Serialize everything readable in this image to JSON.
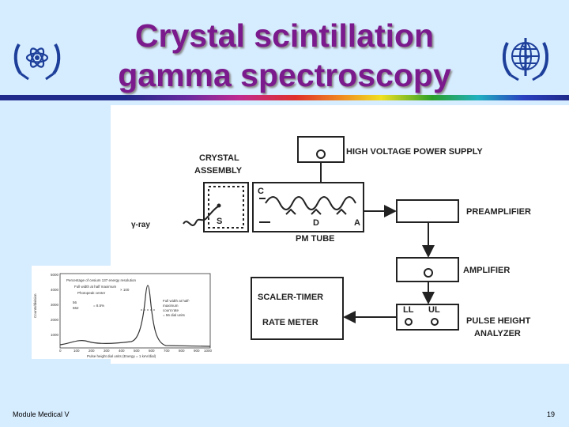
{
  "title": {
    "line1": "Crystal scintillation",
    "line2": "gamma spectroscopy"
  },
  "diagram": {
    "crystal_assembly_line1": "CRYSTAL",
    "crystal_assembly_line2": "ASSEMBLY",
    "gamma_ray": "γ-ray",
    "s_label": "S",
    "c_label": "C",
    "d_label": "D",
    "a_label": "A",
    "pm_tube": "PM TUBE",
    "hv_supply": "HIGH VOLTAGE POWER SUPPLY",
    "preamplifier": "PREAMPLIFIER",
    "amplifier": "AMPLIFIER",
    "scaler_timer": "SCALER-TIMER",
    "rate_meter": "RATE METER",
    "ll": "LL",
    "ul": "UL",
    "pha_line1": "PULSE HEIGHT",
    "pha_line2": "ANALYZER"
  },
  "inset": {
    "ylabel": "Counts/division",
    "yticks": [
      "5000",
      "4000",
      "3000",
      "2000",
      "1000"
    ],
    "xticks": [
      "0",
      "100",
      "200",
      "300",
      "400",
      "500",
      "600",
      "700",
      "800",
      "900",
      "1000"
    ],
    "xlabel": "Pulse height dial units (Energy = 1 keV/dial)",
    "note_title": "Percentage of cesium 137 energy resolution",
    "note_formula_top": "Full width at half maximum",
    "note_formula_bottom": "Photopeak center",
    "note_mult": "× 100",
    "note_value_top": "56",
    "note_value_bottom": "662",
    "note_result": "= 8.5%",
    "note_right_1": "Full width at half-",
    "note_right_2": "maximum",
    "note_right_3": "count rate",
    "note_right_4": "= 56 dial units"
  },
  "footer": {
    "left": "Module Medical V",
    "right": "19"
  },
  "colors": {
    "background": "#d6ecff",
    "title": "#7a1a8c",
    "logo": "#1d3f9a"
  }
}
